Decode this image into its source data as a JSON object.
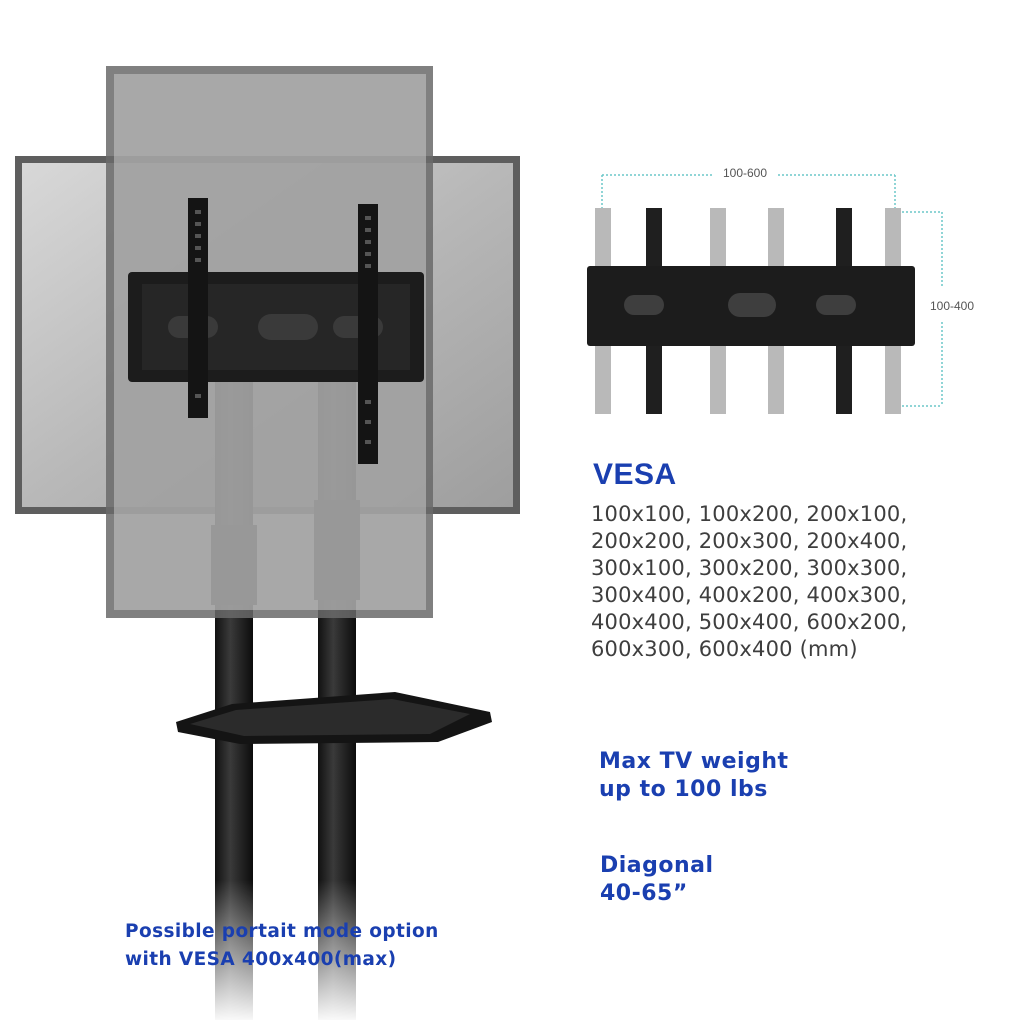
{
  "colors": {
    "accent_blue": "#1a3fb0",
    "dim_teal": "#6cc7c9",
    "dark_mount": "#1f1f1f",
    "faded_mount": "#b9b9b9"
  },
  "diagram": {
    "width_label": "100-600",
    "height_label": "100-400"
  },
  "vesa": {
    "title": "VESA",
    "lines": [
      "100x100, 100x200, 200x100,",
      "200x200, 200x300, 200x400,",
      "300x100, 300x200, 300x300,",
      "300x400, 400x200, 400x300,",
      "400x400, 500x400, 600x200,",
      "600x300, 600x400  (mm)"
    ]
  },
  "weight": {
    "line1": "Max TV weight",
    "line2": "up to 100 lbs"
  },
  "diagonal": {
    "line1": "Diagonal",
    "line2": "40-65”"
  },
  "portrait_note": {
    "line1": "Possible portait mode option",
    "line2": "with VESA 400x400(max)"
  }
}
